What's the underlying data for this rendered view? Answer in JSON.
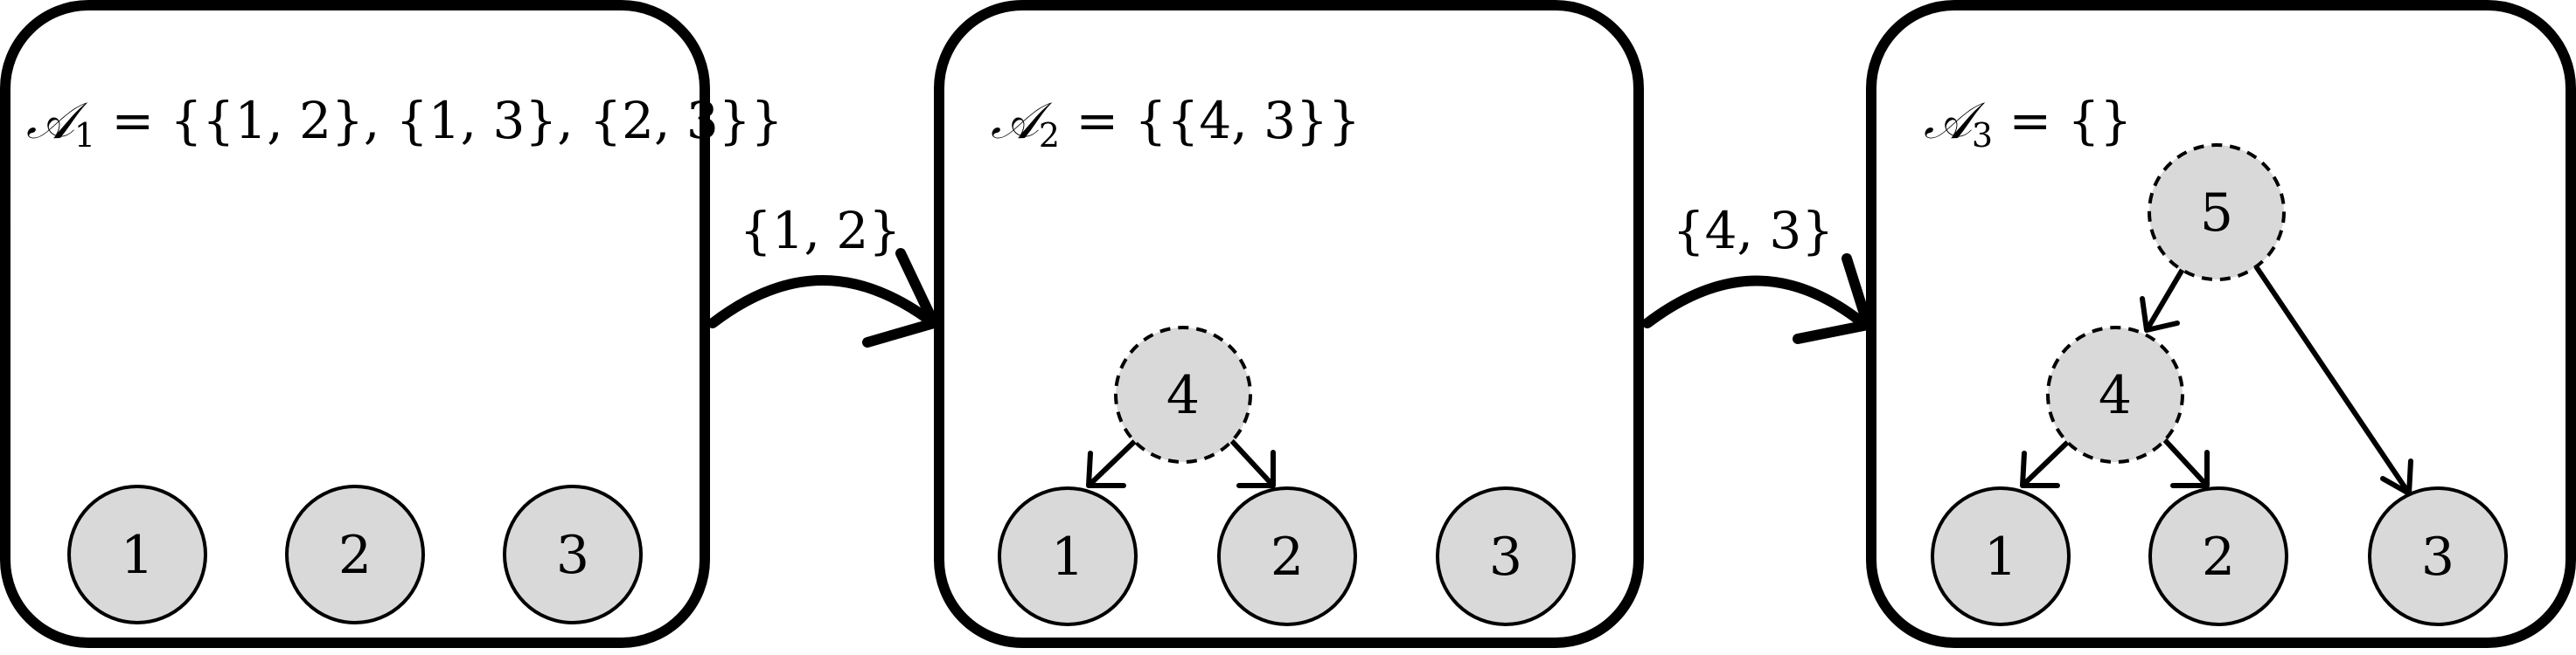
{
  "panels": [
    {
      "title_script": "𝒜",
      "title_subscript": "1",
      "title_rest": " = {{1, 2}, {1, 3}, {2, 3}}",
      "nodes": [
        {
          "label": "1",
          "style": "solid"
        },
        {
          "label": "2",
          "style": "solid"
        },
        {
          "label": "3",
          "style": "solid"
        }
      ]
    },
    {
      "title_script": "𝒜",
      "title_subscript": "2",
      "title_rest": " = {{4, 3}}",
      "nodes": [
        {
          "label": "1",
          "style": "solid"
        },
        {
          "label": "2",
          "style": "solid"
        },
        {
          "label": "3",
          "style": "solid"
        },
        {
          "label": "4",
          "style": "dashed"
        }
      ]
    },
    {
      "title_script": "𝒜",
      "title_subscript": "3",
      "title_rest": " = {}",
      "nodes": [
        {
          "label": "1",
          "style": "solid"
        },
        {
          "label": "2",
          "style": "solid"
        },
        {
          "label": "3",
          "style": "solid"
        },
        {
          "label": "4",
          "style": "dashed"
        },
        {
          "label": "5",
          "style": "dashed"
        }
      ]
    }
  ],
  "transitions": [
    {
      "label": "{1, 2}"
    },
    {
      "label": "{4, 3}"
    }
  ],
  "colors": {
    "node_fill": "#d9d9d9",
    "stroke": "#000000",
    "background": "#ffffff"
  }
}
